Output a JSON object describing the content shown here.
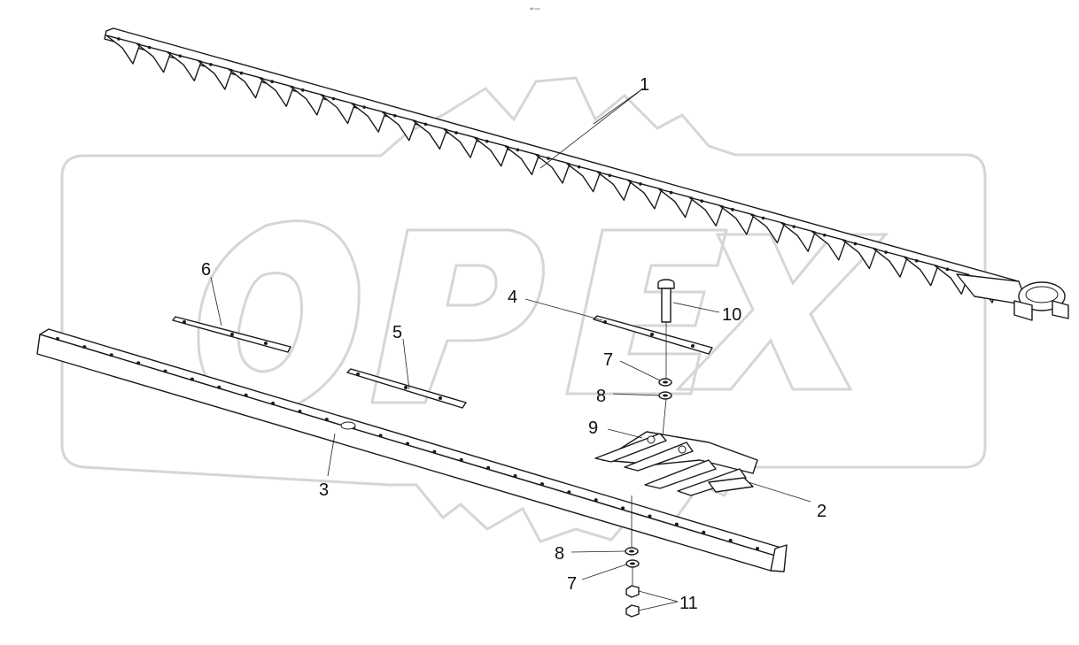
{
  "header": {
    "tiny_text": "ᵃᴹ ᵒᵒᵒ"
  },
  "watermark": {
    "text": "OPEX",
    "color": "#d6d6d6"
  },
  "callouts": {
    "c1": "1",
    "c2": "2",
    "c3": "3",
    "c4": "4",
    "c5": "5",
    "c6": "6",
    "c7a": "7",
    "c7b": "7",
    "c8a": "8",
    "c8b": "8",
    "c9": "9",
    "c10": "10",
    "c11": "11"
  },
  "parts": [
    {
      "id": "1",
      "icon": "knife-section-bar"
    },
    {
      "id": "2",
      "icon": "finger-guard"
    },
    {
      "id": "3",
      "icon": "cutter-bar-channel"
    },
    {
      "id": "4",
      "icon": "wear-plate"
    },
    {
      "id": "5",
      "icon": "wear-plate"
    },
    {
      "id": "6",
      "icon": "wear-plate"
    },
    {
      "id": "7",
      "icon": "lock-washer"
    },
    {
      "id": "8",
      "icon": "flat-washer"
    },
    {
      "id": "9",
      "icon": "guard-finger"
    },
    {
      "id": "10",
      "icon": "bolt"
    },
    {
      "id": "11",
      "icon": "nut"
    }
  ]
}
